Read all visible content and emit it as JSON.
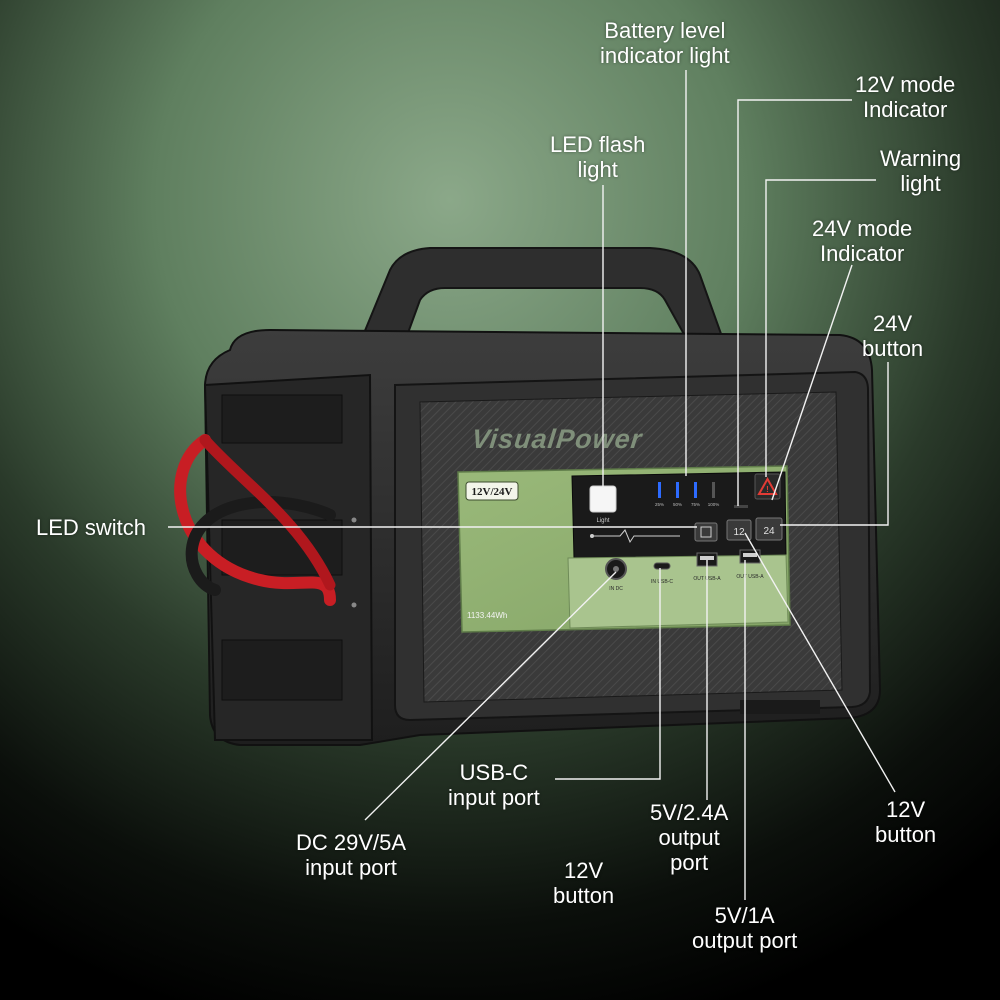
{
  "brand": "VisualPower",
  "device": {
    "mode_badge": "12V/24V",
    "capacity": "1133.44Wh",
    "light_label": "Light",
    "battery_levels": [
      "25%",
      "50%",
      "75%",
      "100%"
    ],
    "battery_lit_segments": 3,
    "button_12v": "12",
    "button_24v": "24",
    "port_dc_label": "IN DC",
    "port_usbc_label": "IN USB-C",
    "port_usba1_label": "OUT USB-A",
    "port_usba2_label": "OUT USB-A"
  },
  "callouts": {
    "battery_level": [
      "Battery level",
      "indicator light"
    ],
    "mode_12v": [
      "12V mode",
      "Indicator"
    ],
    "led_flash": [
      "LED flash",
      "light"
    ],
    "warning": [
      "Warning",
      "light"
    ],
    "mode_24v": [
      "24V mode",
      "Indicator"
    ],
    "button_24v": [
      "24V",
      "button"
    ],
    "led_switch": [
      "LED switch"
    ],
    "usbc_input": [
      "USB-C",
      "input port"
    ],
    "dc_input": [
      "DC 29V/5A",
      "input port"
    ],
    "out_5v24": [
      "5V/2.4A",
      "output",
      "port"
    ],
    "button_12v_right": [
      "12V",
      "button"
    ],
    "button_12v_bottom": [
      "12V",
      "button"
    ],
    "out_5v1": [
      "5V/1A",
      "output port"
    ]
  },
  "colors": {
    "accent_green": "#8fae6e",
    "case_dark": "#2b2b2b",
    "cable_red": "#c81e24",
    "battery_blue": "#2d6bff",
    "warning_red": "#e23b35",
    "label": "#ffffff"
  }
}
